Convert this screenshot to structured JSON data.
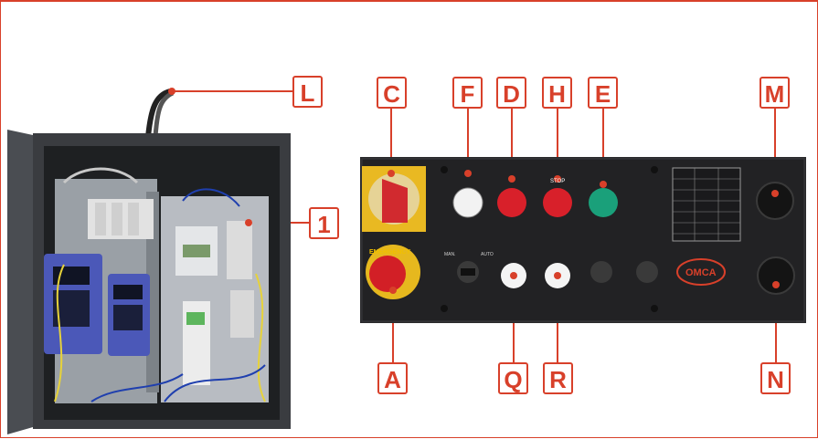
{
  "callouts": {
    "L": "L",
    "C": "C",
    "F": "F",
    "D": "D",
    "H": "H",
    "E": "E",
    "M": "M",
    "one": "1",
    "A": "A",
    "Q": "Q",
    "R": "R",
    "N": "N"
  },
  "panel": {
    "emergency_text": "EMERGENCY",
    "stop_text": "STOP",
    "man_text": "MAN.",
    "auto_text": "AUTO",
    "brand": "OMCA"
  },
  "colors": {
    "accent": "#d8402a",
    "panel": "#2a2a2c",
    "cabinet": "#3a3c40",
    "drive_blue": "#4b58b8"
  }
}
